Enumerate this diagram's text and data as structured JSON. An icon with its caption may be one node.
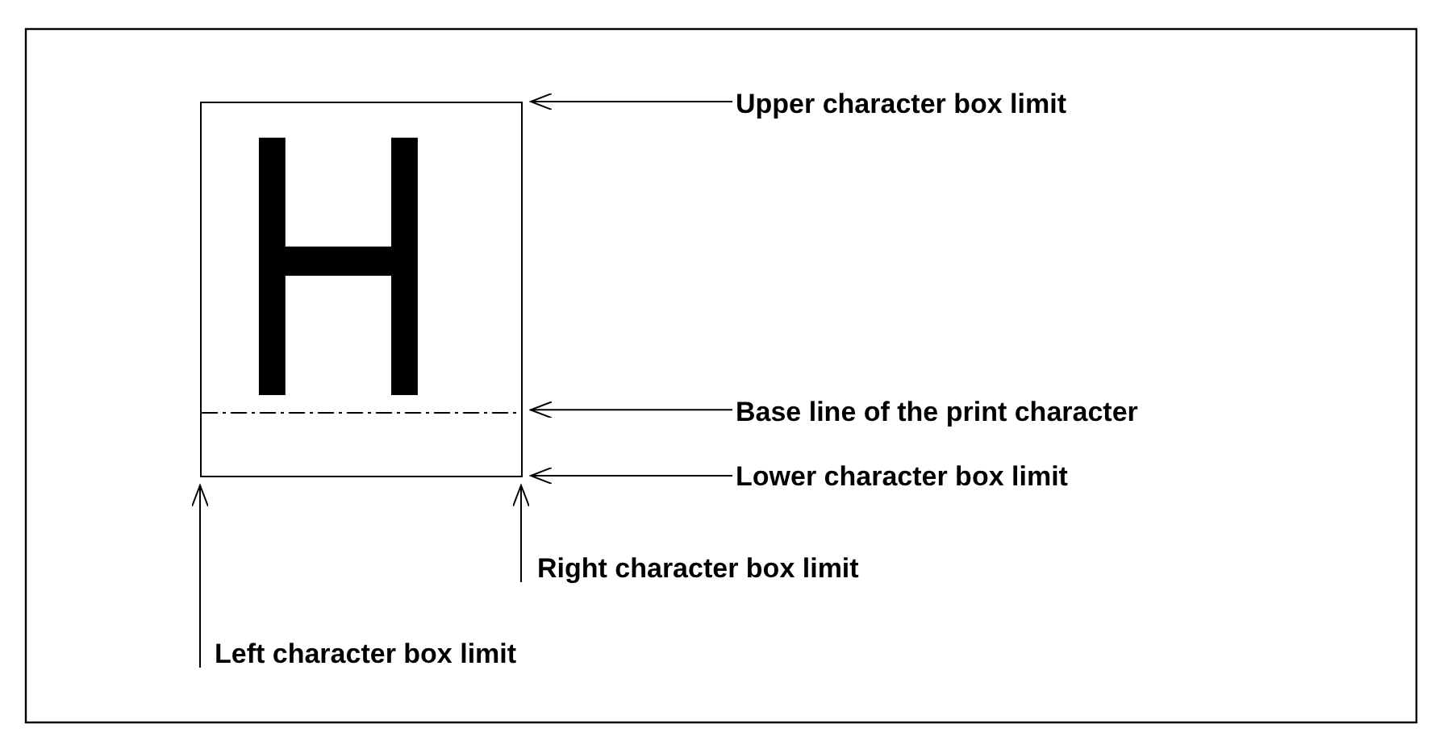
{
  "diagram": {
    "nodes": [
      {
        "text": [
          "H"
        ]
      },
      {
        "text": [
          "Upper character box limit"
        ]
      },
      {
        "text": [
          "Base line of the print character"
        ]
      },
      {
        "text": [
          "Lower character box limit"
        ]
      },
      {
        "text": [
          "Right character box limit"
        ]
      },
      {
        "text": [
          "Left character box limit"
        ]
      }
    ],
    "edges": [
      {
        "from": 1,
        "to": 0,
        "arrow": "to"
      },
      {
        "from": 2,
        "to": 0,
        "arrow": "to"
      },
      {
        "from": 3,
        "to": 0,
        "arrow": "to"
      },
      {
        "from": 4,
        "to": 0,
        "arrow": "to"
      },
      {
        "from": 5,
        "to": 0,
        "arrow": "to"
      }
    ]
  }
}
